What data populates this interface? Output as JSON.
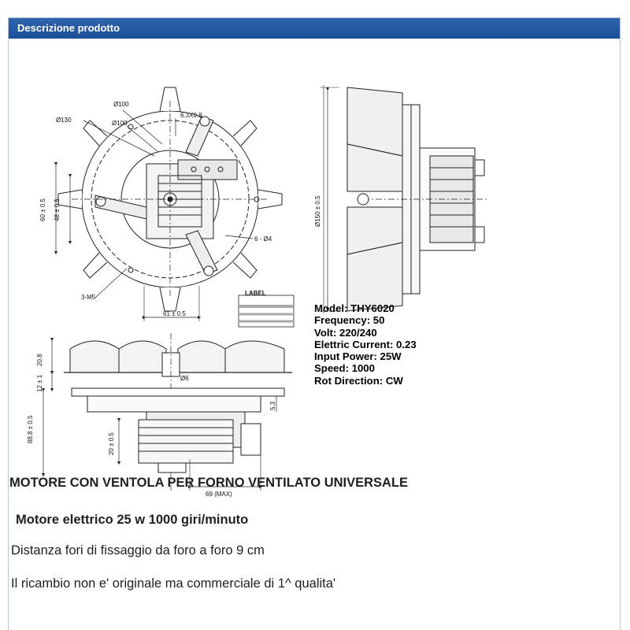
{
  "panel": {
    "header_title": "Descrizione prodotto"
  },
  "drawing": {
    "labels": {
      "d100_top": "Ø100",
      "d130": "Ø130",
      "d100_inner": "Ø100",
      "slot": "6.3X0.8",
      "h60": "60 ± 0.5",
      "h48": "48 ± 0.5",
      "holes": "6 - Ø4",
      "m5": "3-M5",
      "w61": "61 ± 0.5",
      "label": "LABEL",
      "d150": "Ø150 ± 0.5",
      "h20_8": "20.8",
      "h12": "12 ± 1",
      "shaft": "Ø6",
      "h5_3": "5.3",
      "h88": "88.8 ± 0.5",
      "h20": "20 ± 0.5",
      "w69": "69 (MAX)"
    }
  },
  "specs": [
    "Model: THY6020",
    "Frequency: 50",
    "Volt: 220/240",
    "Elettric Current: 0.23",
    "Input Power: 25W",
    "Speed: 1000",
    "Rot Direction: CW"
  ],
  "description": {
    "title": "MOTORE CON VENTOLA PER FORNO VENTILATO UNIVERSALE",
    "subtitle": "Motore elettrico 25 w 1000 giri/minuto",
    "line1": "Distanza fori di fissaggio da foro a foro  9 cm",
    "line2": "Il ricambio non e' originale ma commerciale di 1^ qualita'"
  }
}
